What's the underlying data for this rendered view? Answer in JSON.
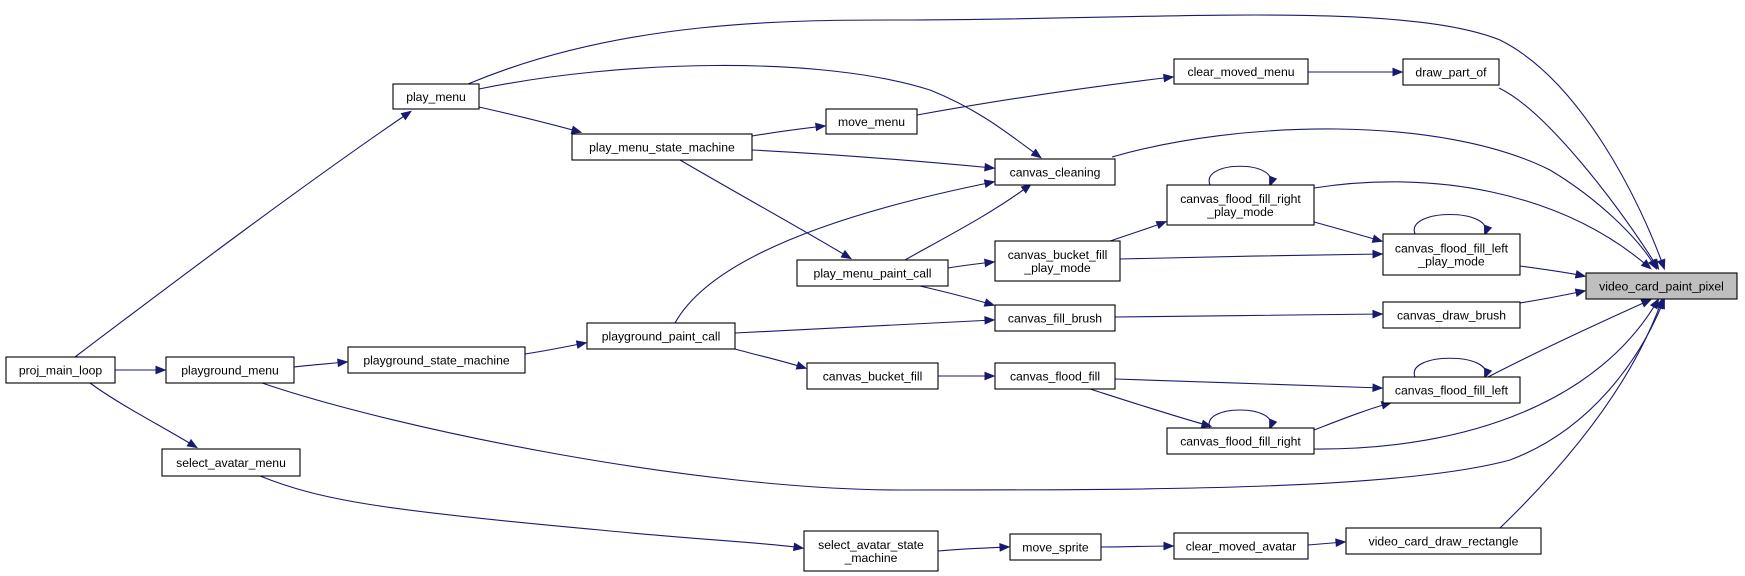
{
  "graph": {
    "title": "",
    "edge_color": "#191970",
    "root_fill": "#bfbfbf",
    "node_fill": "#ffffff",
    "nodes": [
      {
        "id": "video_card_paint_pixel",
        "lines": [
          "video_card_paint_pixel"
        ],
        "root": true
      },
      {
        "id": "proj_main_loop",
        "lines": [
          "proj_main_loop"
        ]
      },
      {
        "id": "play_menu",
        "lines": [
          "play_menu"
        ]
      },
      {
        "id": "playground_menu",
        "lines": [
          "playground_menu"
        ]
      },
      {
        "id": "select_avatar_menu",
        "lines": [
          "select_avatar_menu"
        ]
      },
      {
        "id": "play_menu_state_machine",
        "lines": [
          "play_menu_state_machine"
        ]
      },
      {
        "id": "playground_state_machine",
        "lines": [
          "playground_state_machine"
        ]
      },
      {
        "id": "playground_paint_call",
        "lines": [
          "playground_paint_call"
        ]
      },
      {
        "id": "move_menu",
        "lines": [
          "move_menu"
        ]
      },
      {
        "id": "play_menu_paint_call",
        "lines": [
          "play_menu_paint_call"
        ]
      },
      {
        "id": "canvas_bucket_fill",
        "lines": [
          "canvas_bucket_fill"
        ]
      },
      {
        "id": "select_avatar_state_machine",
        "lines": [
          "select_avatar_state",
          "_machine"
        ]
      },
      {
        "id": "clear_moved_menu",
        "lines": [
          "clear_moved_menu"
        ]
      },
      {
        "id": "canvas_cleaning",
        "lines": [
          "canvas_cleaning"
        ]
      },
      {
        "id": "canvas_bucket_fill_play_mode",
        "lines": [
          "canvas_bucket_fill",
          "_play_mode"
        ]
      },
      {
        "id": "canvas_fill_brush",
        "lines": [
          "canvas_fill_brush"
        ]
      },
      {
        "id": "canvas_flood_fill",
        "lines": [
          "canvas_flood_fill"
        ]
      },
      {
        "id": "move_sprite",
        "lines": [
          "move_sprite"
        ]
      },
      {
        "id": "canvas_flood_fill_right_play_mode",
        "lines": [
          "canvas_flood_fill_right",
          "_play_mode"
        ]
      },
      {
        "id": "canvas_flood_fill_right",
        "lines": [
          "canvas_flood_fill_right"
        ]
      },
      {
        "id": "clear_moved_avatar",
        "lines": [
          "clear_moved_avatar"
        ]
      },
      {
        "id": "draw_part_of",
        "lines": [
          "draw_part_of"
        ]
      },
      {
        "id": "canvas_flood_fill_left_play_mode",
        "lines": [
          "canvas_flood_fill_left",
          "_play_mode"
        ]
      },
      {
        "id": "canvas_draw_brush",
        "lines": [
          "canvas_draw_brush"
        ]
      },
      {
        "id": "canvas_flood_fill_left",
        "lines": [
          "canvas_flood_fill_left"
        ]
      },
      {
        "id": "video_card_draw_rectangle",
        "lines": [
          "video_card_draw_rectangle"
        ]
      }
    ],
    "edges": [
      {
        "from": "draw_part_of",
        "to": "video_card_paint_pixel"
      },
      {
        "from": "canvas_cleaning",
        "to": "video_card_paint_pixel"
      },
      {
        "from": "canvas_flood_fill_right_play_mode",
        "to": "video_card_paint_pixel"
      },
      {
        "from": "canvas_flood_fill_left_play_mode",
        "to": "video_card_paint_pixel"
      },
      {
        "from": "canvas_draw_brush",
        "to": "video_card_paint_pixel"
      },
      {
        "from": "canvas_flood_fill_left",
        "to": "video_card_paint_pixel"
      },
      {
        "from": "canvas_flood_fill_right",
        "to": "video_card_paint_pixel"
      },
      {
        "from": "video_card_draw_rectangle",
        "to": "video_card_paint_pixel"
      },
      {
        "from": "play_menu",
        "to": "video_card_paint_pixel"
      },
      {
        "from": "playground_menu",
        "to": "video_card_paint_pixel"
      },
      {
        "from": "proj_main_loop",
        "to": "play_menu"
      },
      {
        "from": "proj_main_loop",
        "to": "playground_menu"
      },
      {
        "from": "proj_main_loop",
        "to": "select_avatar_menu"
      },
      {
        "from": "play_menu",
        "to": "play_menu_state_machine"
      },
      {
        "from": "play_menu",
        "to": "canvas_cleaning"
      },
      {
        "from": "playground_menu",
        "to": "playground_state_machine"
      },
      {
        "from": "playground_state_machine",
        "to": "playground_paint_call"
      },
      {
        "from": "select_avatar_menu",
        "to": "select_avatar_state_machine"
      },
      {
        "from": "play_menu_state_machine",
        "to": "move_menu"
      },
      {
        "from": "play_menu_state_machine",
        "to": "canvas_cleaning"
      },
      {
        "from": "play_menu_state_machine",
        "to": "play_menu_paint_call"
      },
      {
        "from": "playground_paint_call",
        "to": "canvas_cleaning"
      },
      {
        "from": "playground_paint_call",
        "to": "canvas_fill_brush"
      },
      {
        "from": "playground_paint_call",
        "to": "canvas_bucket_fill"
      },
      {
        "from": "play_menu_paint_call",
        "to": "canvas_cleaning"
      },
      {
        "from": "play_menu_paint_call",
        "to": "canvas_bucket_fill_play_mode"
      },
      {
        "from": "play_menu_paint_call",
        "to": "canvas_fill_brush"
      },
      {
        "from": "move_menu",
        "to": "clear_moved_menu"
      },
      {
        "from": "clear_moved_menu",
        "to": "draw_part_of"
      },
      {
        "from": "canvas_bucket_fill_play_mode",
        "to": "canvas_flood_fill_right_play_mode"
      },
      {
        "from": "canvas_bucket_fill_play_mode",
        "to": "canvas_flood_fill_left_play_mode"
      },
      {
        "from": "canvas_flood_fill_right_play_mode",
        "to": "canvas_flood_fill_right_play_mode"
      },
      {
        "from": "canvas_flood_fill_right_play_mode",
        "to": "canvas_flood_fill_left_play_mode"
      },
      {
        "from": "canvas_flood_fill_left_play_mode",
        "to": "canvas_flood_fill_left_play_mode"
      },
      {
        "from": "canvas_fill_brush",
        "to": "canvas_draw_brush"
      },
      {
        "from": "canvas_bucket_fill",
        "to": "canvas_flood_fill"
      },
      {
        "from": "canvas_flood_fill",
        "to": "canvas_flood_fill_left"
      },
      {
        "from": "canvas_flood_fill",
        "to": "canvas_flood_fill_right"
      },
      {
        "from": "canvas_flood_fill_right",
        "to": "canvas_flood_fill_right"
      },
      {
        "from": "canvas_flood_fill_right",
        "to": "canvas_flood_fill_left"
      },
      {
        "from": "canvas_flood_fill_left",
        "to": "canvas_flood_fill_left"
      },
      {
        "from": "select_avatar_state_machine",
        "to": "move_sprite"
      },
      {
        "from": "move_sprite",
        "to": "clear_moved_avatar"
      },
      {
        "from": "clear_moved_avatar",
        "to": "video_card_draw_rectangle"
      }
    ]
  }
}
